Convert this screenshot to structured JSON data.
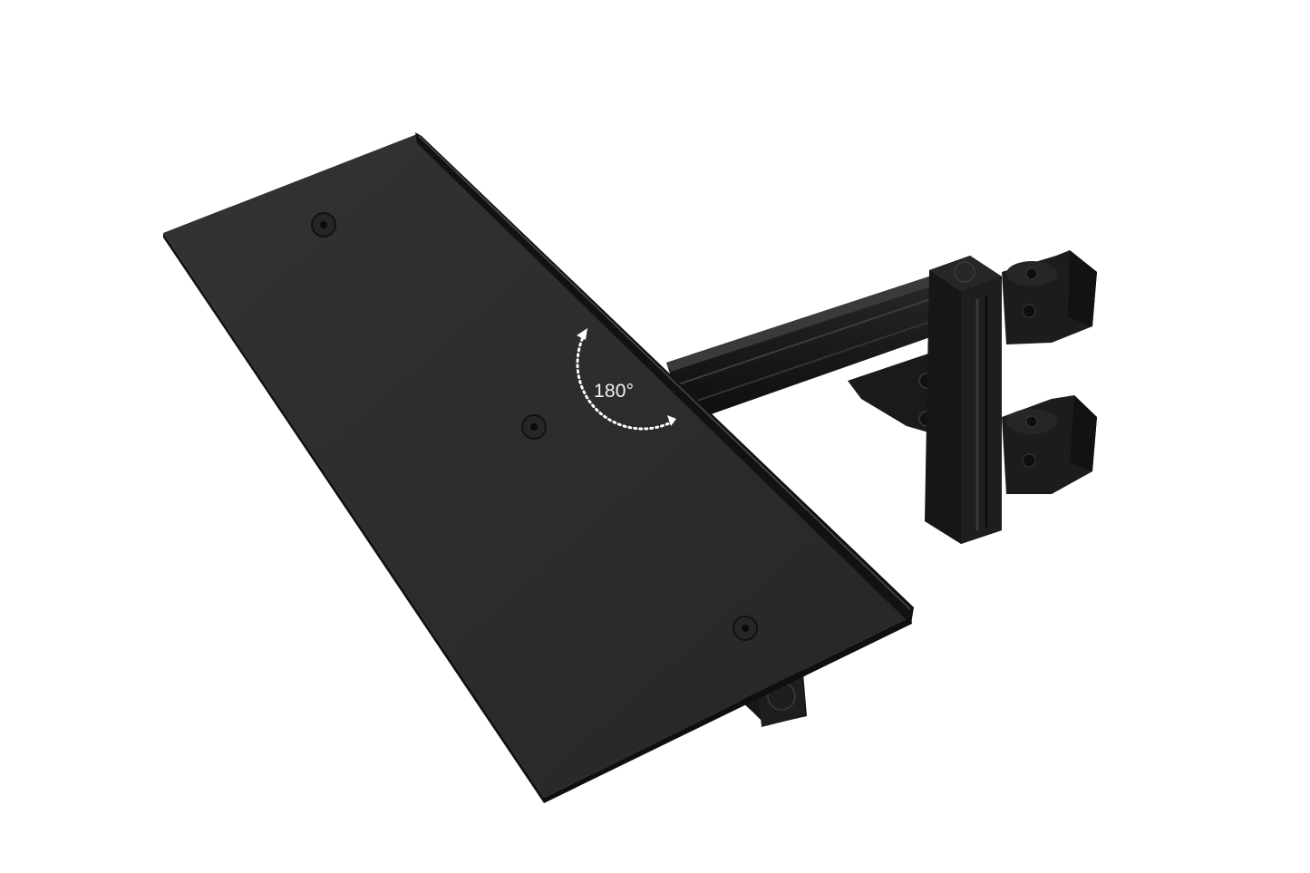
{
  "image": {
    "subject": "black keyboard/mouse tray plate with aluminium profile mounting arm and clamps",
    "background_color": "#ffffff",
    "colors": {
      "plate": "#2e2e2e",
      "plate_edge": "#141414",
      "profile": "#1c1c1c",
      "highlight": "#4a4a4a",
      "annotation": "#ffffff"
    }
  },
  "annotation": {
    "rotation_label": "180°",
    "rotation_icon": "rotate-arc-icon"
  },
  "parts": {
    "plate_screws": 3,
    "logo_badges": 2,
    "clamps": 2
  }
}
